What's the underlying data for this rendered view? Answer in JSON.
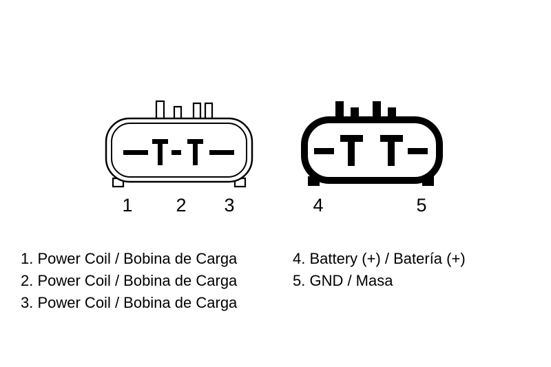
{
  "colors": {
    "foreground": "#000000",
    "background": "#ffffff"
  },
  "pins": [
    "1",
    "2",
    "3",
    "4",
    "5"
  ],
  "legend_left": [
    "1. Power Coil / Bobina de Carga",
    "2. Power Coil / Bobina de Carga",
    "3. Power Coil / Bobina de Carga"
  ],
  "legend_right": [
    "4. Battery (+) / Batería (+)",
    "5. GND / Masa"
  ]
}
